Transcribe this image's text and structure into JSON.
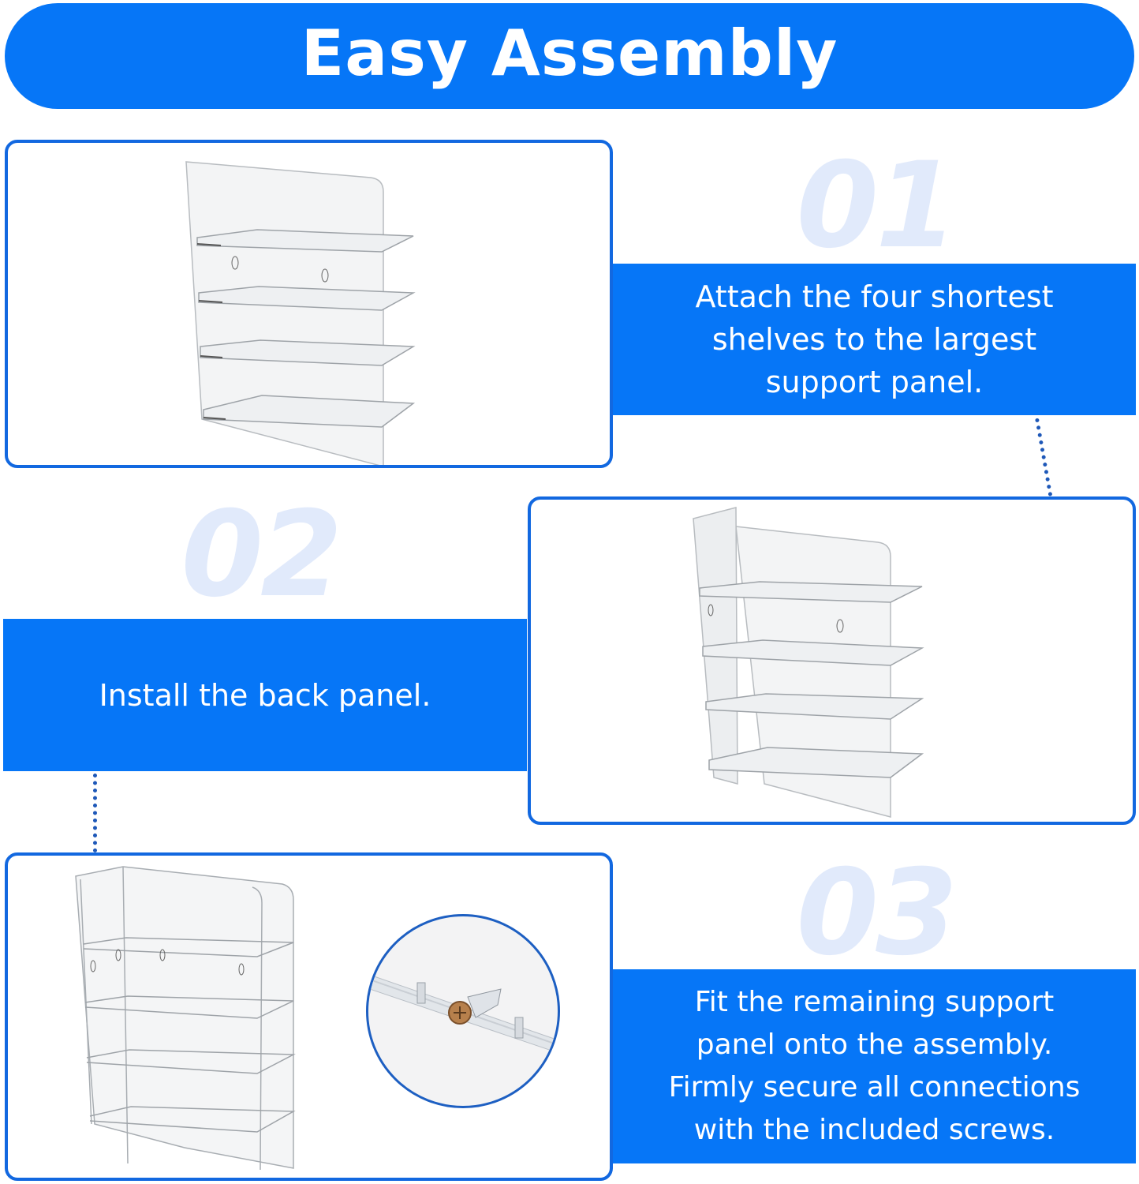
{
  "header": {
    "title": "Easy Assembly"
  },
  "colors": {
    "accent": "#0676f7",
    "frame": "#1268e0",
    "number_tint": "#e1eafb",
    "dots": "#1e58b8"
  },
  "steps": [
    {
      "number": "01",
      "text": "Attach the four shortest\nshelves to the largest\nsupport panel.",
      "image": "shelf-panel-with-four-shelves"
    },
    {
      "number": "02",
      "text": "Install the back panel.",
      "image": "shelf-with-back-panel"
    },
    {
      "number": "03",
      "text": "Fit the remaining support\npanel onto the assembly.\nFirmly secure all connections\nwith the included screws.",
      "image": "completed-shelf",
      "detail_image": "screw-bracket-closeup"
    }
  ]
}
